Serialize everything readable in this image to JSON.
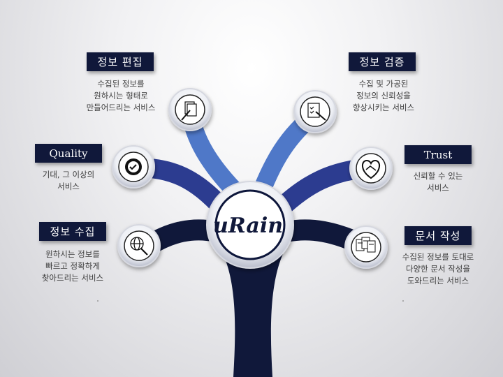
{
  "center": {
    "logo": "uRain"
  },
  "nodes": [
    {
      "id": "edit",
      "label": "정보 편집",
      "lines": [
        "수집된 정보를",
        "원하시는 형태로",
        "만들어드리는 서비스"
      ],
      "icon": "documents-pen-icon"
    },
    {
      "id": "verify",
      "label": "정보 검증",
      "lines": [
        "수집 및 가공된",
        "정보의 신뢰성을",
        "향상시키는 서비스"
      ],
      "icon": "checklist-pen-icon"
    },
    {
      "id": "quality",
      "label": "Quality",
      "lines": [
        "기대, 그 이상의",
        "서비스"
      ],
      "icon": "quality-badge-icon"
    },
    {
      "id": "trust",
      "label": "Trust",
      "lines": [
        "신뢰할 수 있는",
        "서비스"
      ],
      "icon": "heart-handshake-icon"
    },
    {
      "id": "collect",
      "label": "정보 수집",
      "lines": [
        "원하시는 정보를",
        "빠르고 정확하게",
        "찾아드리는 서비스"
      ],
      "icon": "globe-search-icon"
    },
    {
      "id": "write",
      "label": "문서 작성",
      "lines": [
        "수집된 정보를 토대로",
        "다양한 문서 작성을",
        "도와드리는 서비스"
      ],
      "icon": "documents-stack-icon"
    }
  ],
  "colors": {
    "dark": "#10183a",
    "mid": "#2c3c90",
    "light": "#4f78c8",
    "label_bg": "#10183a"
  }
}
